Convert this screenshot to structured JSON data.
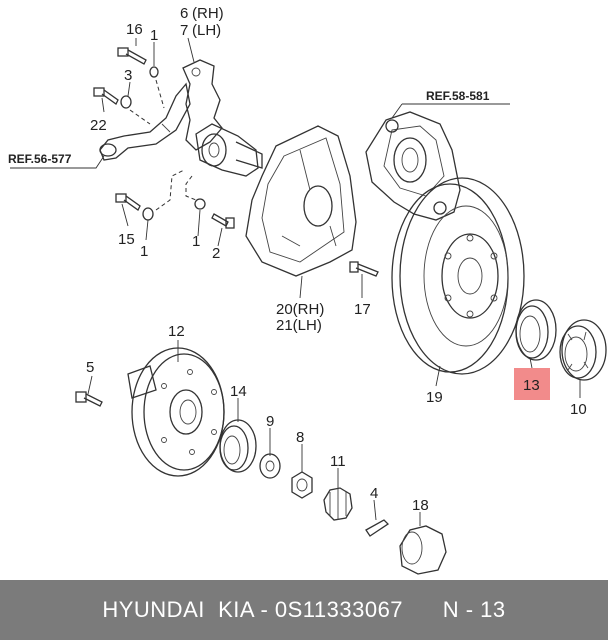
{
  "labels": {
    "n1a": "1",
    "n1b": "1",
    "n1c": "1",
    "n2": "2",
    "n3": "3",
    "n4": "4",
    "n5": "5",
    "n6": "6",
    "n6rh": "(RH)",
    "n7": "7",
    "n7lh": "(LH)",
    "n8": "8",
    "n9": "9",
    "n10": "10",
    "n11": "11",
    "n12": "12",
    "n13": "13",
    "n14": "14",
    "n15": "15",
    "n16": "16",
    "n17": "17",
    "n18": "18",
    "n19": "19",
    "n20": "20(RH)",
    "n21": "21(LH)",
    "n22": "22"
  },
  "refs": {
    "left": "REF.56-577",
    "right": "REF.58-581"
  },
  "highlight_color": "#f28b8b",
  "footer": {
    "brand": "HYUNDAI  KIA - 0S11333067",
    "part": "N - 13"
  }
}
